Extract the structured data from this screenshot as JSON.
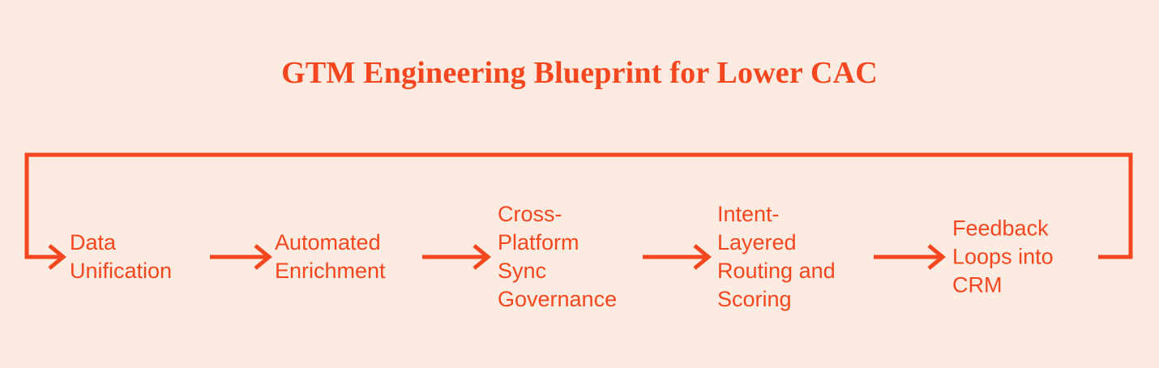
{
  "diagram": {
    "title": "GTM Engineering Blueprint for Lower CAC",
    "type": "cyclic-process-flow",
    "colors": {
      "background": "#FCEBE0",
      "accent": "#F4471F",
      "text": "#F4471F"
    },
    "nodes": [
      {
        "id": "node-1",
        "label": "Data\nUnification"
      },
      {
        "id": "node-2",
        "label": "Automated\nEnrichment"
      },
      {
        "id": "node-3",
        "label": "Cross-\nPlatform\nSync\nGovernance"
      },
      {
        "id": "node-4",
        "label": "Intent-\nLayered\nRouting and\nScoring"
      },
      {
        "id": "node-5",
        "label": "Feedback\nLoops into\nCRM"
      }
    ],
    "connectors": [
      {
        "id": "connector-entry",
        "from": "feedback-loop-return",
        "to": "node-1",
        "kind": "elbow-arrow"
      },
      {
        "id": "connector-1-to-2",
        "from": "node-1",
        "to": "node-2",
        "kind": "straight-arrow"
      },
      {
        "id": "connector-2-to-3",
        "from": "node-2",
        "to": "node-3",
        "kind": "straight-arrow"
      },
      {
        "id": "connector-3-to-4",
        "from": "node-3",
        "to": "node-4",
        "kind": "straight-arrow"
      },
      {
        "id": "connector-4-to-5",
        "from": "node-4",
        "to": "node-5",
        "kind": "straight-arrow"
      },
      {
        "id": "connector-loopback",
        "from": "node-5",
        "to": "node-1",
        "kind": "loop-back-path"
      }
    ]
  }
}
